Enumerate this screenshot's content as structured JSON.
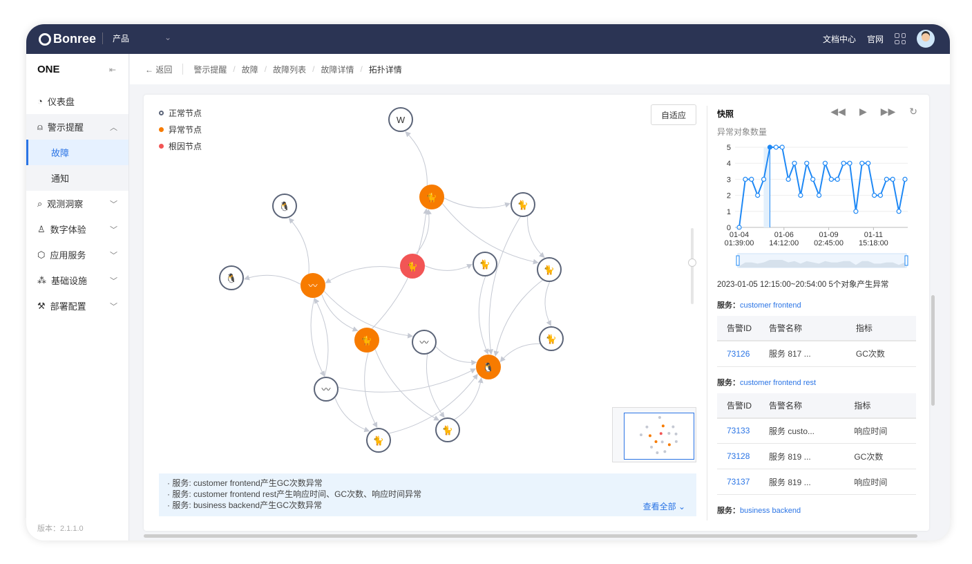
{
  "header": {
    "brand": "Bonree",
    "product": "产品",
    "docs": "文档中心",
    "site": "官网"
  },
  "sidebar": {
    "title": "ONE",
    "items": [
      {
        "label": "仪表盘",
        "icon": "dashboard-icon"
      },
      {
        "label": "警示提醒",
        "icon": "alert-icon",
        "expanded": true
      },
      {
        "label": "故障",
        "sub": true,
        "active": true
      },
      {
        "label": "通知",
        "sub": true
      },
      {
        "label": "观测洞察",
        "icon": "observe-icon"
      },
      {
        "label": "数字体验",
        "icon": "user-icon"
      },
      {
        "label": "应用服务",
        "icon": "app-icon"
      },
      {
        "label": "基础设施",
        "icon": "infra-icon"
      },
      {
        "label": "部署配置",
        "icon": "wrench-icon"
      }
    ],
    "version": "版本：2.1.1.0"
  },
  "breadcrumb": {
    "back": "返回",
    "items": [
      "警示提醒",
      "故障",
      "故障列表",
      "故障详情",
      "拓扑详情"
    ]
  },
  "legend": [
    {
      "label": "正常节点",
      "color": "#5b6478"
    },
    {
      "label": "异常节点",
      "color": "#f77b00"
    },
    {
      "label": "根因节点",
      "color": "#f25555"
    }
  ],
  "fit_button": "自适应",
  "graph": {
    "nodes": [
      {
        "status": "normal",
        "icon": "webgl"
      },
      {
        "status": "abnormal",
        "icon": "tomcat"
      },
      {
        "status": "normal",
        "icon": "linux"
      },
      {
        "status": "normal",
        "icon": "tomcat"
      },
      {
        "status": "root",
        "icon": "tomcat"
      },
      {
        "status": "normal",
        "icon": "tomcat"
      },
      {
        "status": "normal",
        "icon": "tomcat"
      },
      {
        "status": "normal",
        "icon": "linux"
      },
      {
        "status": "abnormal",
        "icon": "apache"
      },
      {
        "status": "abnormal",
        "icon": "tomcat"
      },
      {
        "status": "normal",
        "icon": "apache"
      },
      {
        "status": "normal",
        "icon": "tomcat"
      },
      {
        "status": "abnormal",
        "icon": "linux"
      },
      {
        "status": "normal",
        "icon": "apache"
      },
      {
        "status": "normal",
        "icon": "tomcat"
      },
      {
        "status": "normal",
        "icon": "tomcat"
      }
    ],
    "edges": [
      [
        1,
        0
      ],
      [
        1,
        3
      ],
      [
        1,
        6
      ],
      [
        4,
        1
      ],
      [
        8,
        2
      ],
      [
        8,
        7
      ],
      [
        4,
        8
      ],
      [
        4,
        5
      ],
      [
        5,
        12
      ],
      [
        3,
        12
      ],
      [
        6,
        12
      ],
      [
        11,
        12
      ],
      [
        8,
        9
      ],
      [
        9,
        1
      ],
      [
        8,
        10
      ],
      [
        10,
        12
      ],
      [
        13,
        12
      ],
      [
        13,
        14
      ],
      [
        9,
        14
      ],
      [
        14,
        12
      ],
      [
        15,
        12
      ],
      [
        9,
        15
      ],
      [
        6,
        11
      ],
      [
        13,
        8
      ],
      [
        8,
        13
      ],
      [
        10,
        15
      ],
      [
        3,
        6
      ]
    ]
  },
  "messages": [
    "服务: customer frontend产生GC次数异常",
    "服务: customer frontend rest产生响应时间、GC次数、响应时间异常",
    "服务: business backend产生GC次数异常"
  ],
  "view_all": "查看全部",
  "snapshot": {
    "title": "快照",
    "controls": [
      "rewind-icon",
      "play-icon",
      "fast-forward-icon",
      "refresh-icon"
    ],
    "range_text": "2023-01-05 12:15:00~20:54:00  5个对象产生异常"
  },
  "chart_data": {
    "type": "line",
    "title": "异常对象数量",
    "ylim": [
      0,
      5
    ],
    "yticks": [
      0,
      1,
      2,
      3,
      4,
      5
    ],
    "xtick_labels": [
      [
        "01-04",
        "01:39:00"
      ],
      [
        "01-06",
        "14:12:00"
      ],
      [
        "01-09",
        "02:45:00"
      ],
      [
        "01-11",
        "15:18:00"
      ]
    ],
    "values": [
      0,
      3,
      3,
      2,
      3,
      5,
      5,
      5,
      3,
      4,
      2,
      4,
      3,
      2,
      4,
      3,
      3,
      4,
      4,
      1,
      4,
      4,
      2,
      2,
      3,
      3,
      1,
      3
    ],
    "selected_index": 5,
    "color": "#1e88f5",
    "grid": true
  },
  "services": [
    {
      "label": "服务：",
      "name": "customer frontend",
      "headers": [
        "告警ID",
        "告警名称",
        "指标"
      ],
      "rows": [
        [
          "73126",
          "服务 817 ...",
          "GC次数"
        ]
      ]
    },
    {
      "label": "服务：",
      "name": "customer frontend rest",
      "headers": [
        "告警ID",
        "告警名称",
        "指标"
      ],
      "rows": [
        [
          "73133",
          "服务 custo...",
          "响应时间"
        ],
        [
          "73128",
          "服务 819 ...",
          "GC次数"
        ],
        [
          "73137",
          "服务 819 ...",
          "响应时间"
        ]
      ]
    },
    {
      "label": "服务：",
      "name": "business backend",
      "headers": [],
      "rows": []
    }
  ]
}
